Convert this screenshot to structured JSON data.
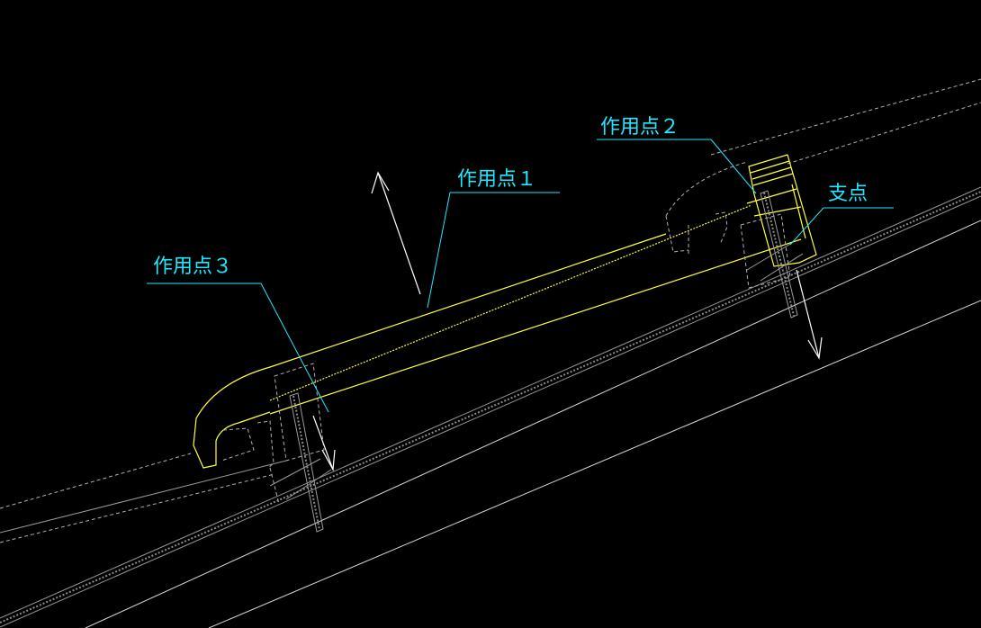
{
  "labels": {
    "point1": "作用点１",
    "point2": "作用点２",
    "point3": "作用点３",
    "fulcrum": "支点"
  },
  "colors": {
    "background": "#000000",
    "label": "#1ee8ff",
    "ridge_cap": "#ffff3c",
    "lines": "#d8d8d8"
  }
}
